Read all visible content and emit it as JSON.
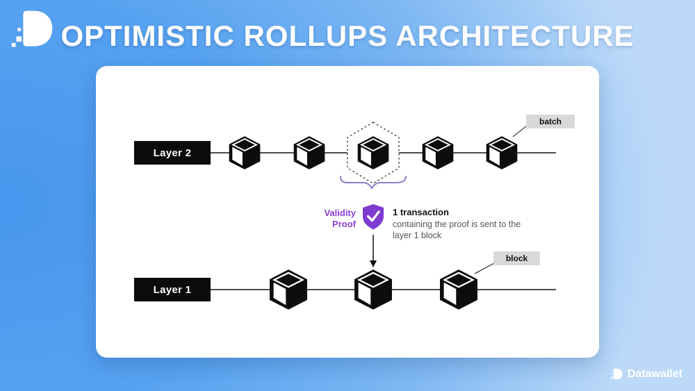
{
  "title": "OPTIMISTIC ROLLUPS ARCHITECTURE",
  "brand": {
    "name": "Datawallet"
  },
  "card": {
    "layer2_label": "Layer 2",
    "layer1_label": "Layer 1",
    "layer2_cubes": 5,
    "layer1_cubes": 3,
    "batch_tag": "batch",
    "block_tag": "block",
    "validity_proof_line1": "Validity",
    "validity_proof_line2": "Proof",
    "annotation_bold": "1 transaction",
    "annotation_line2": "containing the proof is sent to the",
    "annotation_line3": "layer 1 block"
  },
  "colors": {
    "accent_purple": "#7d3bd0",
    "brace_purple": "#8d7cc9",
    "label_bg": "#0b0b0b",
    "tag_bg": "#d9d9d9"
  }
}
